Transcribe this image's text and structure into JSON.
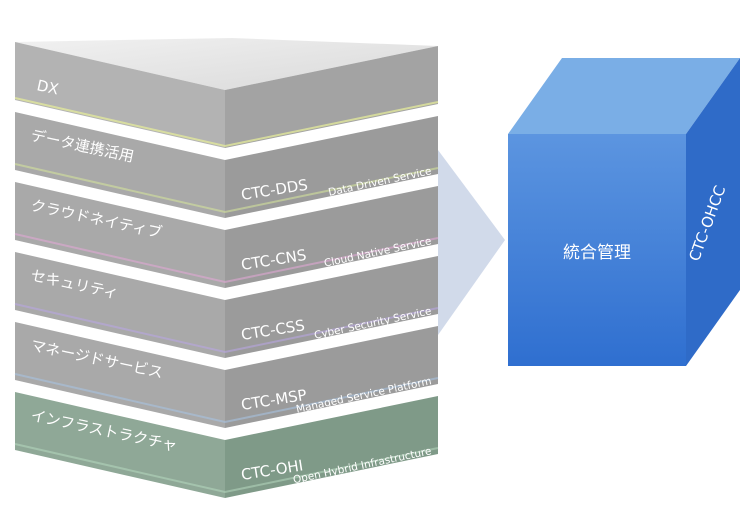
{
  "stack": {
    "top_layer": {
      "label": "DX"
    },
    "layers": [
      {
        "left": "データ連携活用",
        "code": "CTC-DDS",
        "desc": "Data Driven Service"
      },
      {
        "left": "クラウドネイティブ",
        "code": "CTC-CNS",
        "desc": "Cloud Native Service"
      },
      {
        "left": "セキュリティ",
        "code": "CTC-CSS",
        "desc": "Cyber Security Service"
      },
      {
        "left": "マネージドサービス",
        "code": "CTC-MSP",
        "desc": "Managed Service Platform"
      },
      {
        "left": "インフラストラクチャ",
        "code": "CTC-OHI",
        "desc": "Open Hybrid Infrastructure"
      }
    ]
  },
  "cube": {
    "front_label": "統合管理",
    "side_label": "CTC-OHCC"
  },
  "colors": {
    "gray_front": "#a9a9a9",
    "gray_right": "#9b9b9b",
    "bottom_front": "#8fa897",
    "bottom_right": "#7f9a88",
    "cube_front": "#3f7fd8",
    "cube_top": "#7aaee6",
    "cube_right": "#2f6bc8",
    "arrow": "#c9d3e6"
  }
}
